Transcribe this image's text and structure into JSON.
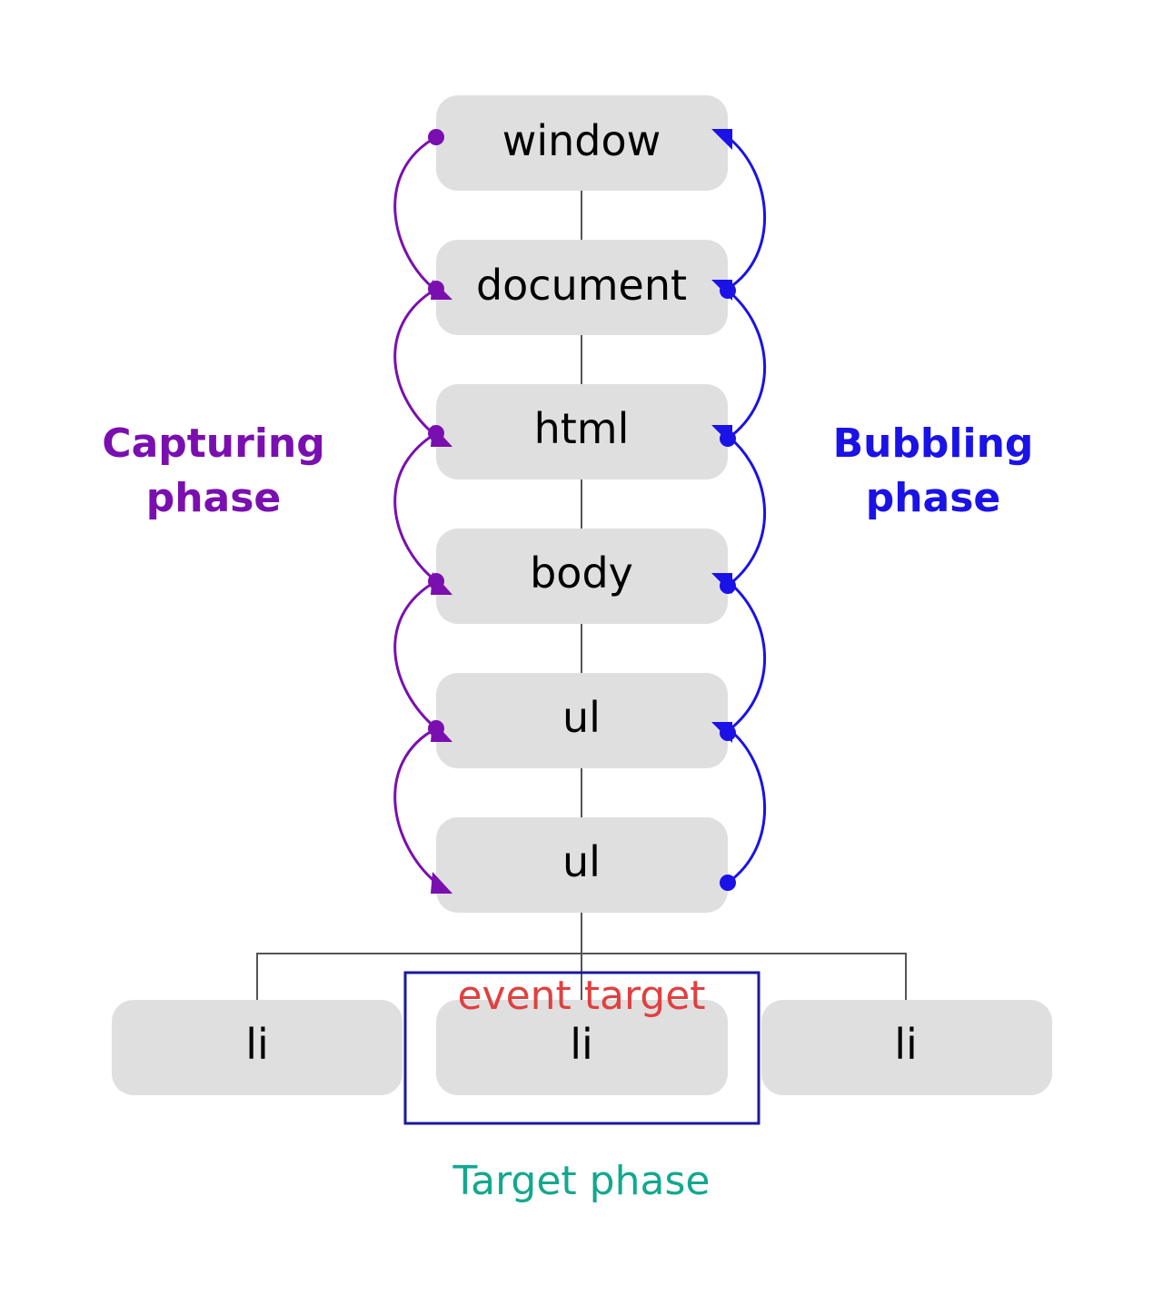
{
  "nodes": {
    "window": "window",
    "document": "document",
    "html": "html",
    "body": "body",
    "ul_outer": "ul",
    "ul_inner": "ul",
    "li_left": "li",
    "li_target": "li",
    "li_right": "li"
  },
  "labels": {
    "capturing_line1": "Capturing",
    "capturing_line2": "phase",
    "bubbling_line1": "Bubbling",
    "bubbling_line2": "phase",
    "event_target": "event target",
    "target_phase": "Target phase"
  },
  "colors": {
    "capturing": "#7a0fb0",
    "bubbling": "#1a12e6",
    "event_target": "#e04040",
    "target_phase": "#12a88e",
    "target_frame": "#1a1aa0",
    "node_fill": "#e0dfdf"
  }
}
